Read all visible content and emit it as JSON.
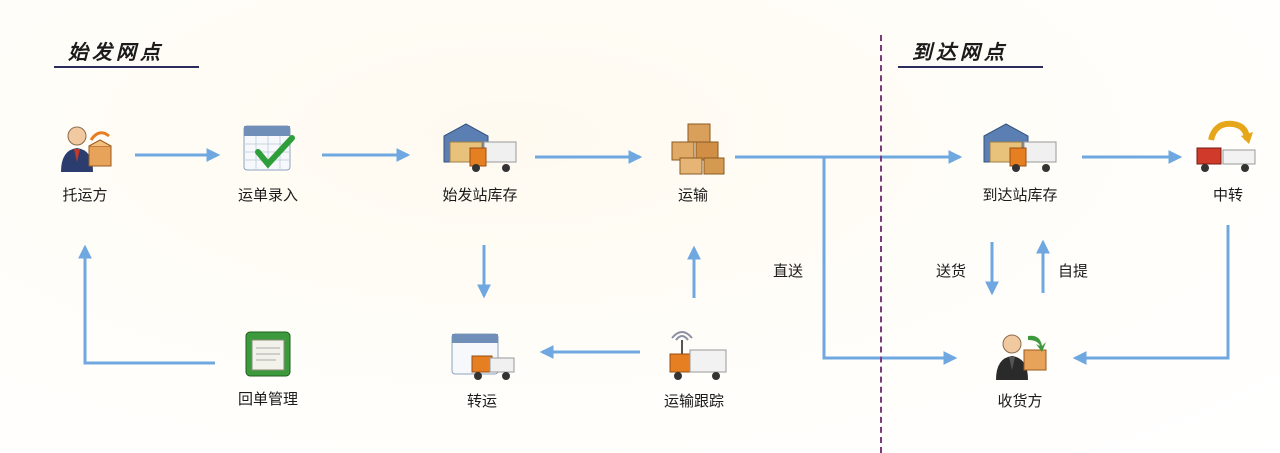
{
  "sections": {
    "origin": "始发网点",
    "destination": "到达网点"
  },
  "nodes": {
    "shipper": {
      "label": "托运方",
      "icon": "person-box-icon"
    },
    "waybill_entry": {
      "label": "运单录入",
      "icon": "calendar-check-icon"
    },
    "origin_stock": {
      "label": "始发站库存",
      "icon": "warehouse-truck-icon"
    },
    "transport": {
      "label": "运输",
      "icon": "boxes-icon"
    },
    "dest_stock": {
      "label": "到达站库存",
      "icon": "warehouse-truck-icon"
    },
    "transfer_hub": {
      "label": "中转",
      "icon": "trucks-rotate-icon"
    },
    "receipt_mgmt": {
      "label": "回单管理",
      "icon": "green-folder-icon"
    },
    "transshipment": {
      "label": "转运",
      "icon": "calendar-truck-icon"
    },
    "tracking": {
      "label": "运输跟踪",
      "icon": "gps-truck-icon"
    },
    "consignee": {
      "label": "收货方",
      "icon": "person-box-icon"
    }
  },
  "edge_labels": {
    "direct": "直送",
    "delivery": "送货",
    "pickup": "自提"
  },
  "colors": {
    "arrow": "#6fa8e0",
    "divider": "#7a3b7a",
    "title_rule": "#2b2b5c"
  }
}
